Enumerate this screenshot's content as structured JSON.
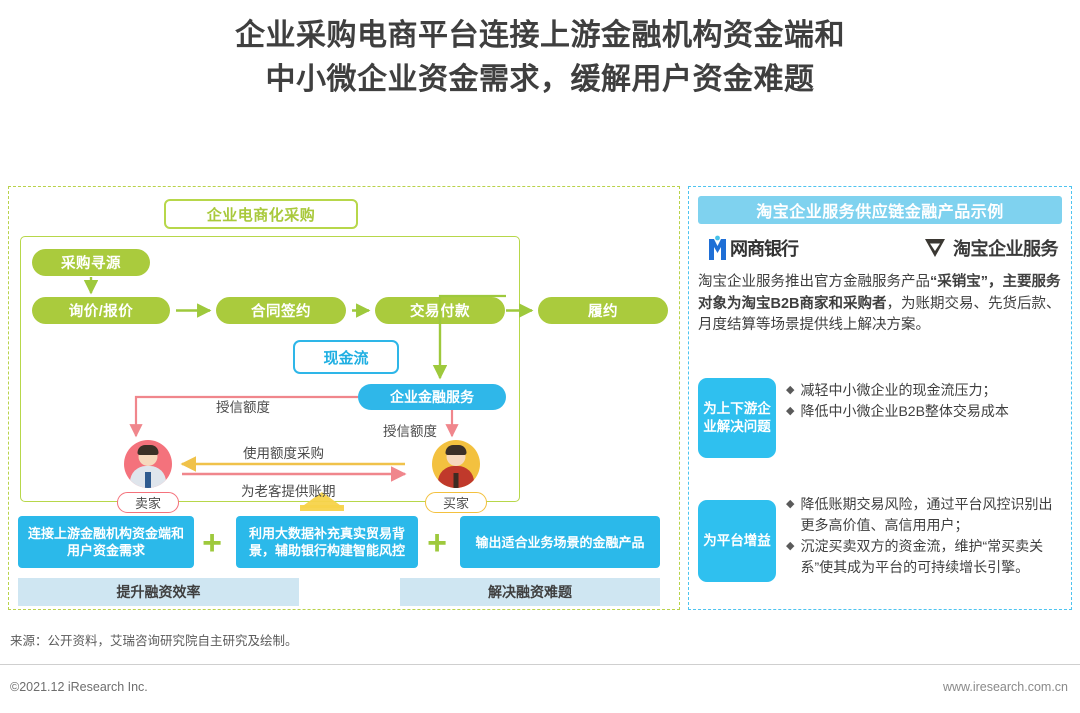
{
  "title": {
    "line1": "企业采购电商平台连接上游金融机构资金端和",
    "line2": "中小微企业资金需求，缓解用户资金难题"
  },
  "left_panel": {
    "tab_label": "企业电商化采购",
    "flow": {
      "sourcing": "采购寻源",
      "quote": "询价/报价",
      "contract": "合同签约",
      "payment": "交易付款",
      "fulfillment": "履约"
    },
    "cash_flow_label": "现金流",
    "financial_service_label": "企业金融服务",
    "wires": {
      "credit_to_seller": "授信额度",
      "credit_to_buyer": "授信额度",
      "use_quota_purchase": "使用额度采购",
      "provide_account_period": "为老客提供账期"
    },
    "actors": {
      "seller_label": "卖家",
      "buyer_label": "买家"
    },
    "value_boxes": [
      "连接上游金融机构资金端和用户资金需求",
      "利用大数据补充真实贸易背景，辅助银行构建智能风控",
      "输出适合业务场景的金融产品"
    ],
    "plus_symbol": "+",
    "footer_bars": [
      "提升融资效率",
      "解决融资难题"
    ]
  },
  "right_panel": {
    "header": "淘宝企业服务供应链金融产品示例",
    "logos": {
      "left_logo_text": "网商银行",
      "left_logo_mark": "mybank-m-icon",
      "right_logo_text": "淘宝企业服务",
      "right_logo_mark": "taobao-diamond-check-icon"
    },
    "paragraph_parts": {
      "p1": "淘宝企业服务推出官方金融服务产品",
      "p2_bold": "“采销宝”，主要服务对象为淘宝B2B商家和采购者",
      "p3": "，为账期交易、先货后款、月度结算等场景提供线上解决方案。"
    },
    "blocks": [
      {
        "label": "为上下游企业解决问题",
        "bullets": [
          "减轻中小微企业的现金流压力；",
          "降低中小微企业B2B整体交易成本"
        ]
      },
      {
        "label": "为平台增益",
        "bullets": [
          "降低账期交易风险，通过平台风控识别出更多高价值、高信用用户；",
          "沉淀买卖双方的资金流，维护“常买卖关系”使其成为平台的可持续增长引擎。"
        ]
      }
    ],
    "bullet_glyph": "◆"
  },
  "footer": {
    "source": "来源：公开资料，艾瑞咨询研究院自主研究及绘制。",
    "copyright": "©2021.12 iResearch Inc.",
    "website": "www.iresearch.com.cn"
  },
  "colors": {
    "green": "#aacb3d",
    "green_border": "#b7d74a",
    "cyan": "#2bb9ea",
    "cyan_light": "#7fd2ef",
    "blue_box": "#2fc0ef",
    "seller_pink": "#f4727c",
    "buyer_orange": "#f3c13f",
    "footer_bar": "#cfe6f2"
  }
}
